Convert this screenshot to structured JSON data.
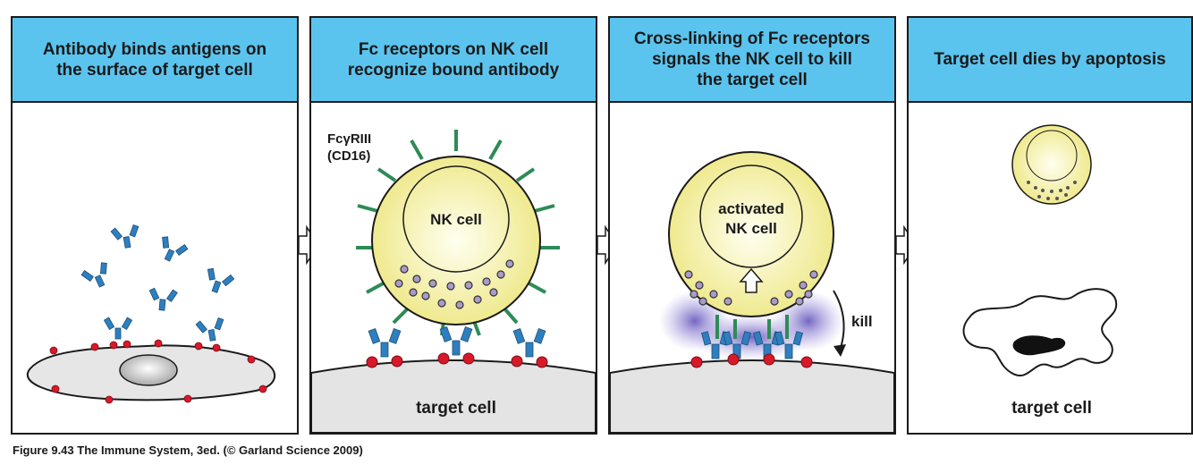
{
  "panels": [
    {
      "header": "Antibody binds antigens on\nthe surface of target cell"
    },
    {
      "header": "Fc receptors on NK cell\nrecognize bound antibody",
      "receptor_label_1": "FcγRIII",
      "receptor_label_2": "(CD16)",
      "nk_label": "NK cell",
      "target_label": "target cell"
    },
    {
      "header": "Cross-linking of Fc receptors\nsignals the NK cell to kill\nthe target cell",
      "nk_label_1": "activated",
      "nk_label_2": "NK cell",
      "kill_label": "kill"
    },
    {
      "header": "Target cell dies by apoptosis",
      "target_label": "target cell"
    }
  ],
  "caption": "Figure 9.43 The Immune System, 3ed. (© Garland Science 2009)",
  "colors": {
    "header": "#5bc4ee",
    "antibody": "#2f7fbf",
    "antigen": "#d8192a",
    "receptor": "#2e8b57",
    "nk_cell": "#f6f3b8",
    "target_cell": "#e4e4e4",
    "glow": "#7b68c8"
  }
}
